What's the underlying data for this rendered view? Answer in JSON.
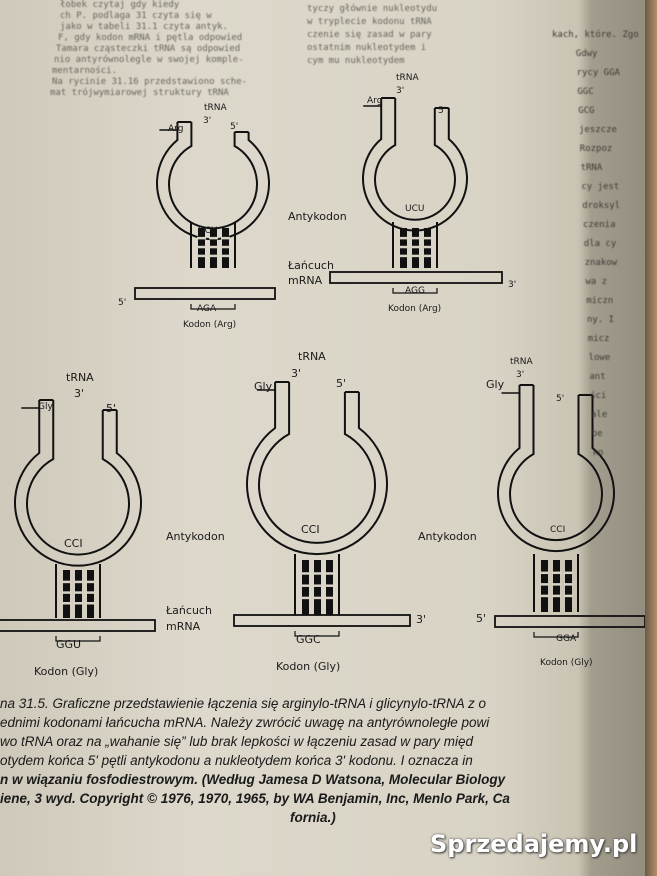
{
  "top_text": {
    "left_col": [
      "łobek czytaj gdy kiedy",
      "ch P. podlaga 31 czyta się w",
      "jako w tabeli 31.1 czyta antyk.",
      "F, gdy kodon mRNA i pętla odpowied",
      "Tamara cząsteczki tRNA są odpowied",
      "nio antyrównolegle w swojej komple-",
      "mentarności.",
      "Na rycinie 31.16 przedstawiono sche-",
      "mat trójwymiarowej struktury tRNA"
    ],
    "right_col": [
      "tyczy głównie nukleotydu",
      "w tryplecie kodonu tRNA",
      "czenie się zasad w pary",
      "ostatnim nukleotydem i",
      "cym mu nukleotydem"
    ],
    "margin_col": [
      "kach, które. Zgo",
      "Gdwy",
      "rycy GGA",
      "GGC",
      "GCG",
      "jeszcze",
      "Rozpoz",
      "tRNA",
      "cy jest",
      "droksyl",
      "czenia",
      "dla cy",
      "znakow",
      "wa z",
      "miczn",
      "ny. I",
      "micz",
      "lowe",
      "ant",
      "ści",
      "ale",
      "be",
      "ko"
    ]
  },
  "diagrams": [
    {
      "trna": "tRNA",
      "aa": "Arg",
      "end3": "3'",
      "end5": "5'",
      "anticodon": "UCU",
      "codon": "AGA",
      "codon_label": "Kodon (Arg)",
      "mrna_end": "5'"
    },
    {
      "trna": "tRNA",
      "aa": "Arg",
      "end3": "3'",
      "end5": "5'",
      "anticodon": "UCU",
      "codon": "AGG",
      "codon_label": "Kodon (Arg)",
      "mrna_end": "3'"
    },
    {
      "trna": "tRNA",
      "aa": "Gly",
      "end3": "3'",
      "end5": "5'",
      "anticodon": "CCI",
      "codon": "GGU",
      "codon_label": "Kodon (Gly)"
    },
    {
      "trna": "tRNA",
      "aa": "Gly",
      "end3": "3'",
      "end5": "5'",
      "anticodon": "CCI",
      "codon": "GGC",
      "codon_label": "Kodon (Gly)",
      "mrna_end": "3'"
    },
    {
      "trna": "tRNA",
      "aa": "Gly",
      "end3": "3'",
      "end5": "5'",
      "anticodon": "CCI",
      "codon": "GGA",
      "codon_label": "Kodon (Gly)",
      "mrna_end": "5'"
    }
  ],
  "labels": {
    "anticodon": "Antykodon",
    "chain": "Łańcuch",
    "mrna": "mRNA"
  },
  "caption": [
    "na 31.5. Graficzne przedstawienie łączenia się arginylo-tRNA i glicynylo-tRNA z o",
    "ednimi kodonami łańcucha mRNA. Należy zwrócić uwagę na antyrównoległe powi",
    "wo tRNA oraz na „wahanie się” lub brak lepkości w łączeniu zasad w pary międ",
    "otydem końca 5' pętli antykodonu a nukleotydem końca 3' kodonu. I oznacza in",
    "n w wiązaniu fosfodiestrowym. (Według Jamesa D Watsona, Molecular Biology",
    "iene, 3 wyd. Copyright © 1976, 1970, 1965, by WA Benjamin, Inc, Menlo Park, Ca",
    "fornia.)"
  ],
  "watermark": "Sprzedajemy.pl"
}
